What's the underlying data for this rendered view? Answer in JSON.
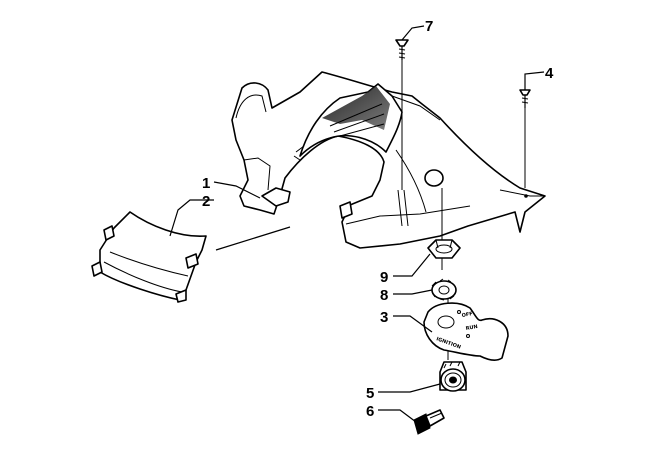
{
  "callouts": {
    "c1": "1",
    "c2": "2",
    "c3": "3",
    "c4": "4",
    "c5": "5",
    "c6": "6",
    "c7": "7",
    "c8": "8",
    "c9": "9"
  },
  "plate_text": {
    "ignition": "IGNITION",
    "off": "OFF",
    "run": "RUN"
  }
}
